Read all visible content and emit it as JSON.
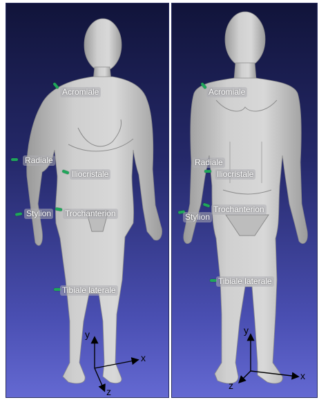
{
  "colors": {
    "background_top": "#11143a",
    "background_bottom": "#6469d2",
    "body": "#c4c4c4",
    "marker": "#1fa65a"
  },
  "left_figure": {
    "labels": [
      "Acromiale",
      "Radiale",
      "Iliocristale",
      "Stylion",
      "Trochanterion",
      "Tibiale laterale"
    ]
  },
  "right_figure": {
    "labels": [
      "Acromiale",
      "Radiale",
      "Iliocristale",
      "Trochanterion",
      "Stylion",
      "Tibiale laterale"
    ]
  },
  "axes": {
    "x": "x",
    "y": "y",
    "z": "z"
  }
}
